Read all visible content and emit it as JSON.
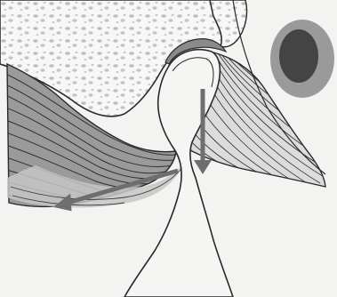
{
  "illustration": {
    "colors": {
      "background": "#f3f3f1",
      "bone_fill": "#f7f7f5",
      "bone_outline": "#2a2a2a",
      "marrow": "#bdbdbd",
      "muscle_dark": "#8f8f8f",
      "muscle_light": "#cfcfcf",
      "muscle_lines": "#3a3a3a",
      "arrow": "#6e6e6e",
      "disc": "#8a8a8a",
      "ear_canal_outer": "#9a9a9a",
      "ear_canal_inner": "#444444"
    },
    "arrows": [
      {
        "name": "downward-arrow",
        "direction": "down"
      },
      {
        "name": "anterior-arrow",
        "direction": "down-left"
      }
    ]
  }
}
